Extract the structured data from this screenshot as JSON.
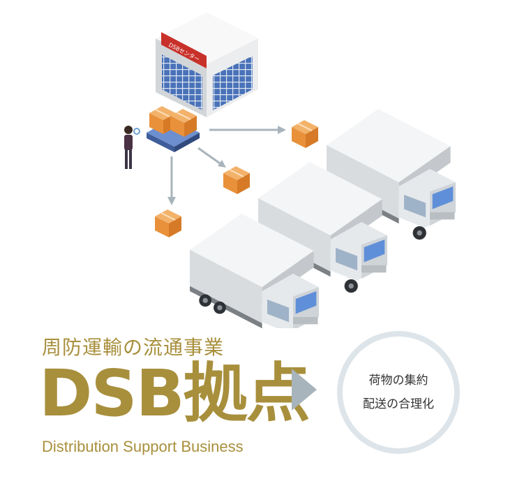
{
  "illustration": {
    "building_sign": "DSBセンター"
  },
  "title": {
    "subtitle": "周防運輸の流通事業",
    "main": "DSB拠点",
    "english": "Distribution Support Business"
  },
  "circle": {
    "line1": "荷物の集約",
    "line2": "配送の合理化"
  },
  "colors": {
    "gold": "#a88f3c",
    "arrow_gray": "#a8b4bc",
    "circle_border": "#dde5ea",
    "sign_red": "#c8312a",
    "box_orange": "#e8913a"
  }
}
